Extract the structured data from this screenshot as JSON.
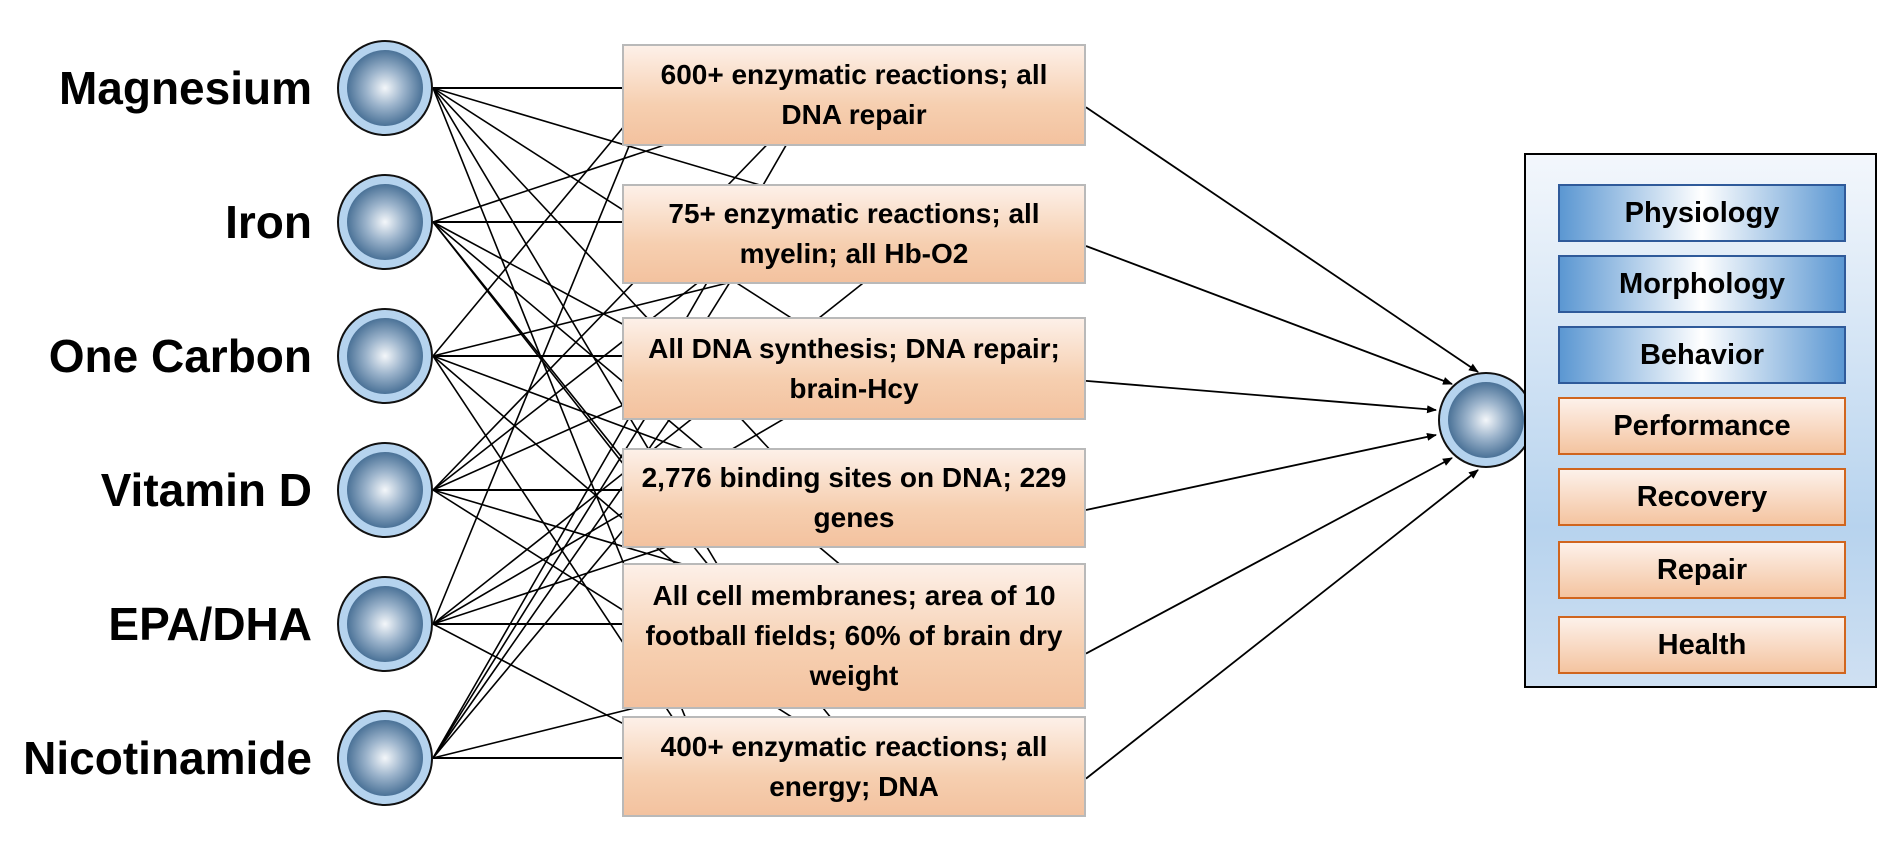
{
  "inputs": [
    {
      "label": "Magnesium"
    },
    {
      "label": "Iron"
    },
    {
      "label": "One Carbon"
    },
    {
      "label": "Vitamin D"
    },
    {
      "label": "EPA/DHA"
    },
    {
      "label": "Nicotinamide"
    }
  ],
  "functions": [
    {
      "text": "600+ enzymatic reactions; all DNA repair"
    },
    {
      "text": "75+ enzymatic reactions; all myelin; all  Hb-O2"
    },
    {
      "text": "All DNA synthesis; DNA repair; brain-Hcy"
    },
    {
      "text": "2,776 binding sites on DNA; 229 genes"
    },
    {
      "text": "All cell membranes; area of 10 football fields; 60% of brain dry weight"
    },
    {
      "text": "400+ enzymatic reactions; all energy; DNA"
    }
  ],
  "outcomes": [
    {
      "label": "Physiology",
      "style": "blue"
    },
    {
      "label": "Morphology",
      "style": "blue"
    },
    {
      "label": "Behavior",
      "style": "blue"
    },
    {
      "label": "Performance",
      "style": "orange"
    },
    {
      "label": "Recovery",
      "style": "orange"
    },
    {
      "label": "Repair",
      "style": "orange"
    },
    {
      "label": "Health",
      "style": "orange"
    }
  ]
}
